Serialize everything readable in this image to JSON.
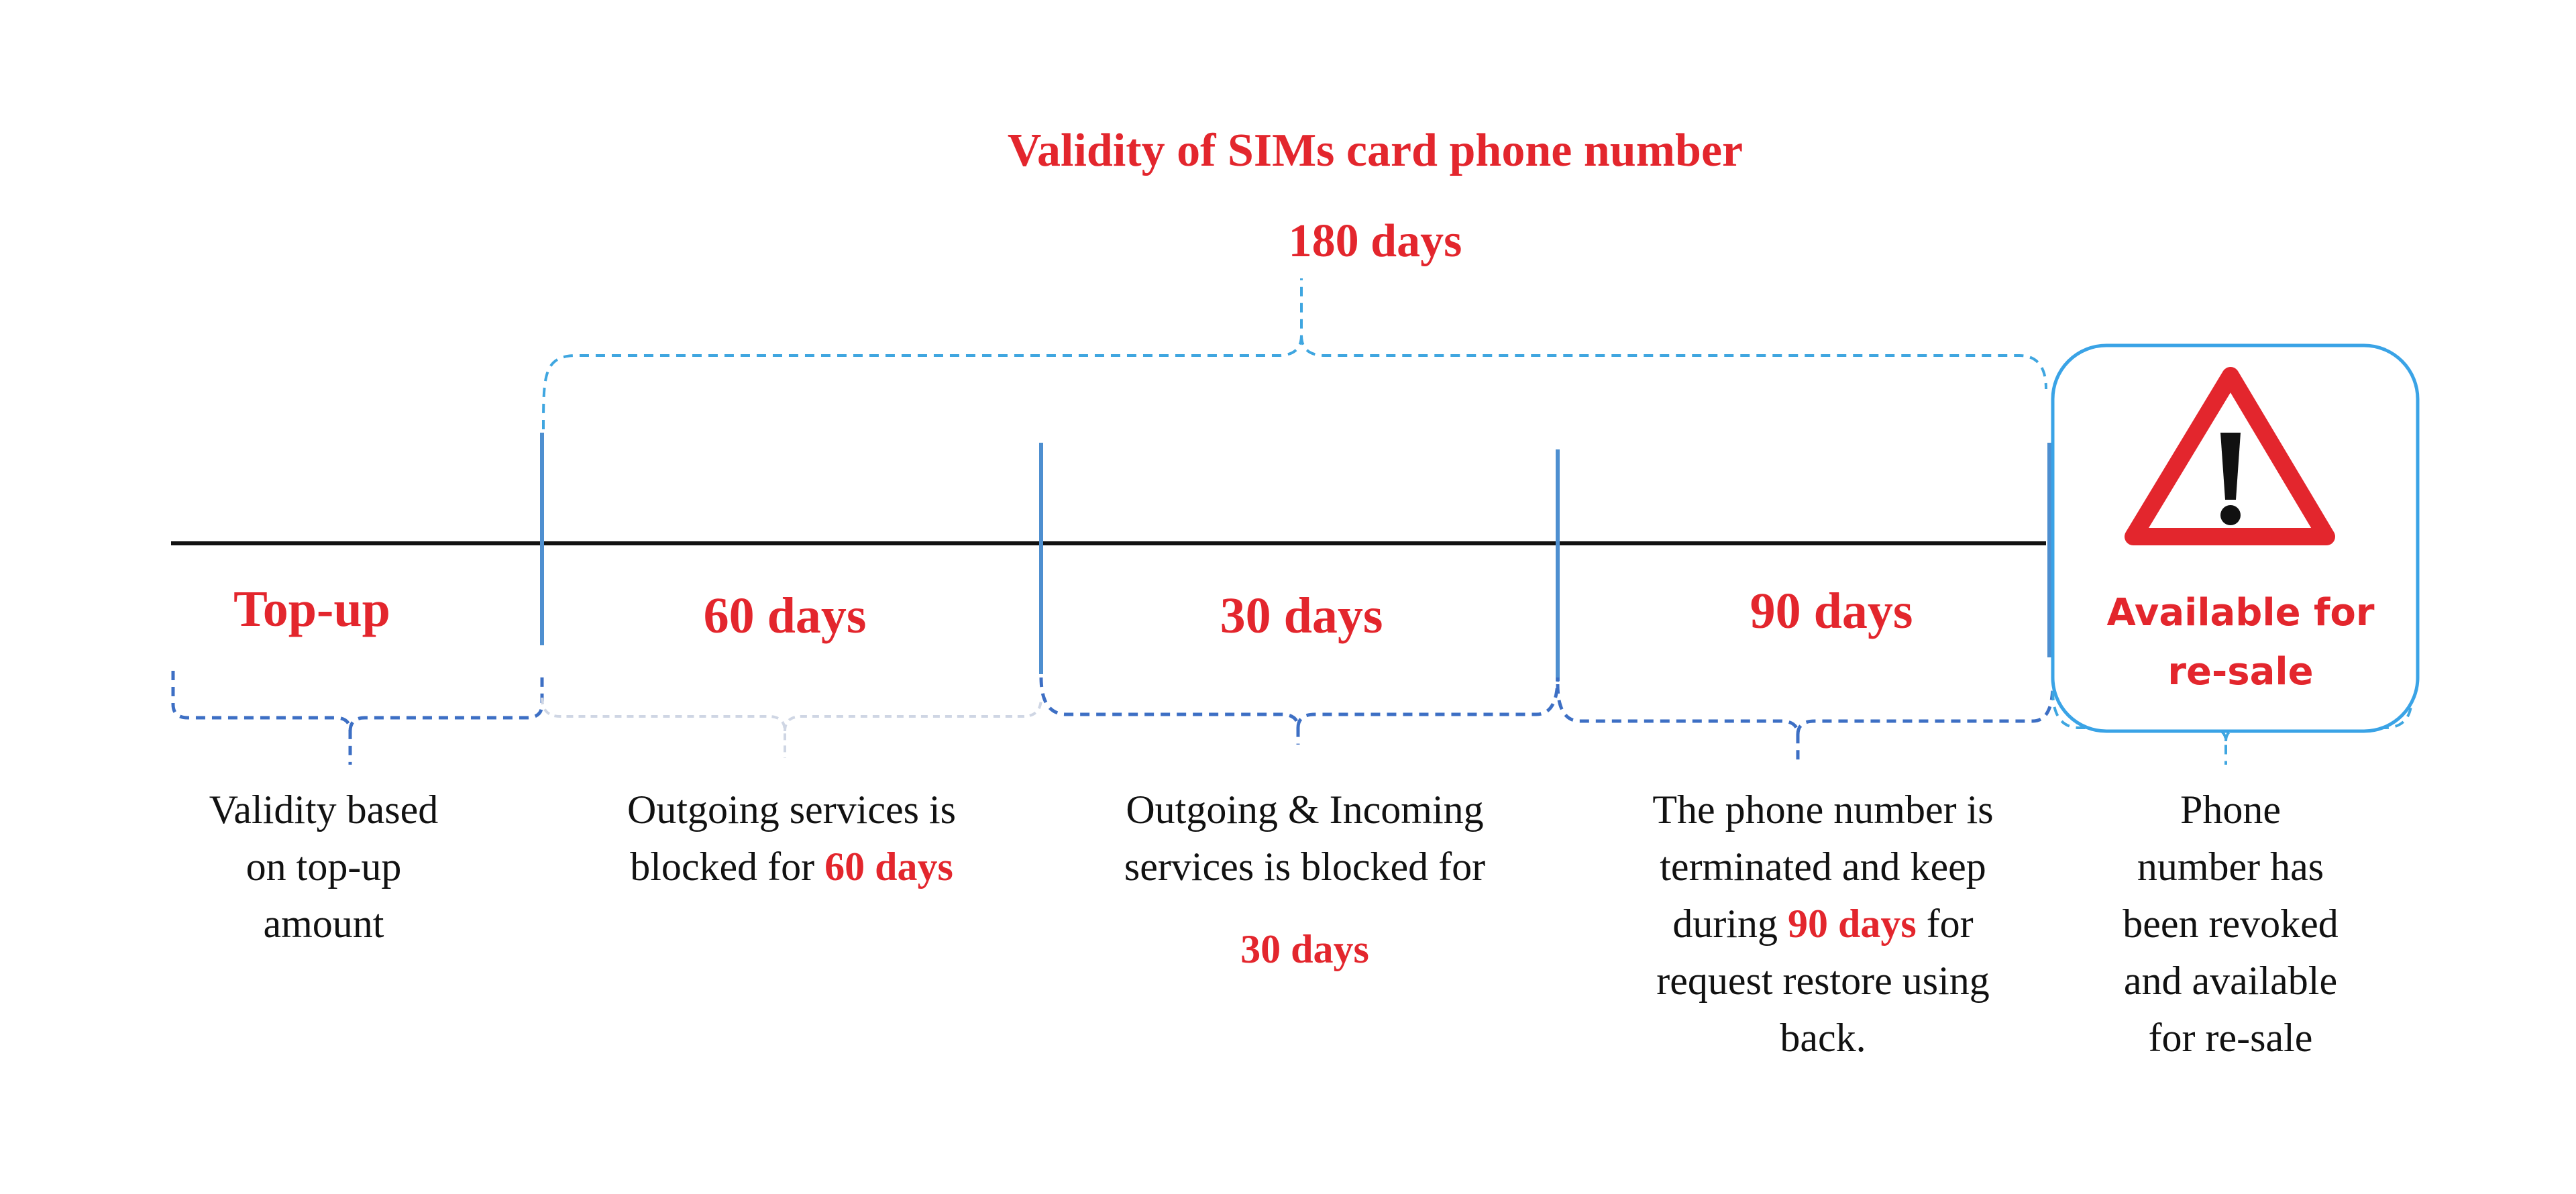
{
  "title": "Validity of SIMs card phone number",
  "total_period": "180 days",
  "colors": {
    "accent_red": "#e3262d",
    "timeline": "#111111",
    "divider_blue": "#4e8fd0",
    "brace_light_blue": "#3fa6e0",
    "brace_dark_blue": "#3d6fc4",
    "warning_box_border": "#3aa3e6"
  },
  "phases": [
    {
      "label": "Top-up",
      "description": [
        "Validity based",
        "on top-up",
        "amount"
      ]
    },
    {
      "label": "60 days",
      "description_lines": [
        {
          "text": "Outgoing services is"
        },
        {
          "text": "blocked for ",
          "highlight": "60 days"
        }
      ]
    },
    {
      "label": "30 days",
      "description_lines": [
        {
          "text": "Outgoing & Incoming"
        },
        {
          "text": "services is blocked for"
        }
      ],
      "highlight": "30 days"
    },
    {
      "label": "90 days",
      "description_lines": [
        {
          "text": "The phone number is"
        },
        {
          "text": "terminated and keep"
        },
        {
          "pre": "during ",
          "highlight": "90 days",
          "post": " for"
        },
        {
          "text": "request restore using"
        },
        {
          "text": "back."
        }
      ]
    },
    {
      "label": "Available for re-sale",
      "label_lines": [
        "Available for",
        "re-sale"
      ],
      "icon": "warning-triangle-icon",
      "description": [
        "Phone",
        "number has",
        "been revoked",
        "and available",
        "for re-sale"
      ]
    }
  ]
}
